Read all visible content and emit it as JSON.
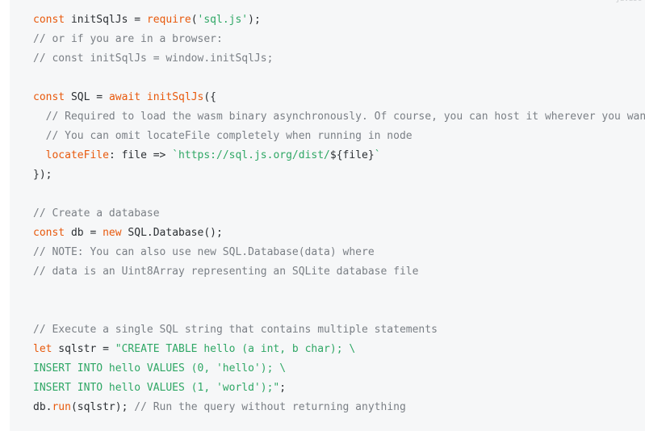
{
  "corner_label": "javasc",
  "lines": [
    [
      [
        "kw",
        "const"
      ],
      [
        "id",
        " initSqlJs = "
      ],
      [
        "fn",
        "require"
      ],
      [
        "id",
        "("
      ],
      [
        "str",
        "'sql.js'"
      ],
      [
        "id",
        ");"
      ]
    ],
    [
      [
        "cm",
        "// or if you are in a browser:"
      ]
    ],
    [
      [
        "cm",
        "// const initSqlJs = window.initSqlJs;"
      ]
    ],
    [],
    [
      [
        "kw",
        "const"
      ],
      [
        "id",
        " SQL = "
      ],
      [
        "kw",
        "await"
      ],
      [
        "id",
        " "
      ],
      [
        "fn",
        "initSqlJs"
      ],
      [
        "id",
        "({"
      ]
    ],
    [
      [
        "cm",
        "  // Required to load the wasm binary asynchronously. Of course, you can host it wherever you want"
      ]
    ],
    [
      [
        "cm",
        "  // You can omit locateFile completely when running in node"
      ]
    ],
    [
      [
        "id",
        "  "
      ],
      [
        "fn",
        "locateFile"
      ],
      [
        "id",
        ": file => "
      ],
      [
        "str",
        "`https://sql.js.org/dist/"
      ],
      [
        "id",
        "${file}"
      ],
      [
        "str",
        "`"
      ]
    ],
    [
      [
        "id",
        "});"
      ]
    ],
    [],
    [
      [
        "cm",
        "// Create a database"
      ]
    ],
    [
      [
        "kw",
        "const"
      ],
      [
        "id",
        " db = "
      ],
      [
        "kw",
        "new"
      ],
      [
        "id",
        " SQL.Database();"
      ]
    ],
    [
      [
        "cm",
        "// NOTE: You can also use new SQL.Database(data) where"
      ]
    ],
    [
      [
        "cm",
        "// data is an Uint8Array representing an SQLite database file"
      ]
    ],
    [],
    [],
    [
      [
        "cm",
        "// Execute a single SQL string that contains multiple statements"
      ]
    ],
    [
      [
        "kw",
        "let"
      ],
      [
        "id",
        " sqlstr = "
      ],
      [
        "str",
        "\"CREATE TABLE hello (a int, b char); \\"
      ]
    ],
    [
      [
        "str",
        "INSERT INTO hello VALUES (0, 'hello'); \\"
      ]
    ],
    [
      [
        "str",
        "INSERT INTO hello VALUES (1, 'world');\""
      ],
      [
        "id",
        ";"
      ]
    ],
    [
      [
        "id",
        "db."
      ],
      [
        "fn",
        "run"
      ],
      [
        "id",
        "(sqlstr); "
      ],
      [
        "cm",
        "// Run the query without returning anything"
      ]
    ]
  ]
}
